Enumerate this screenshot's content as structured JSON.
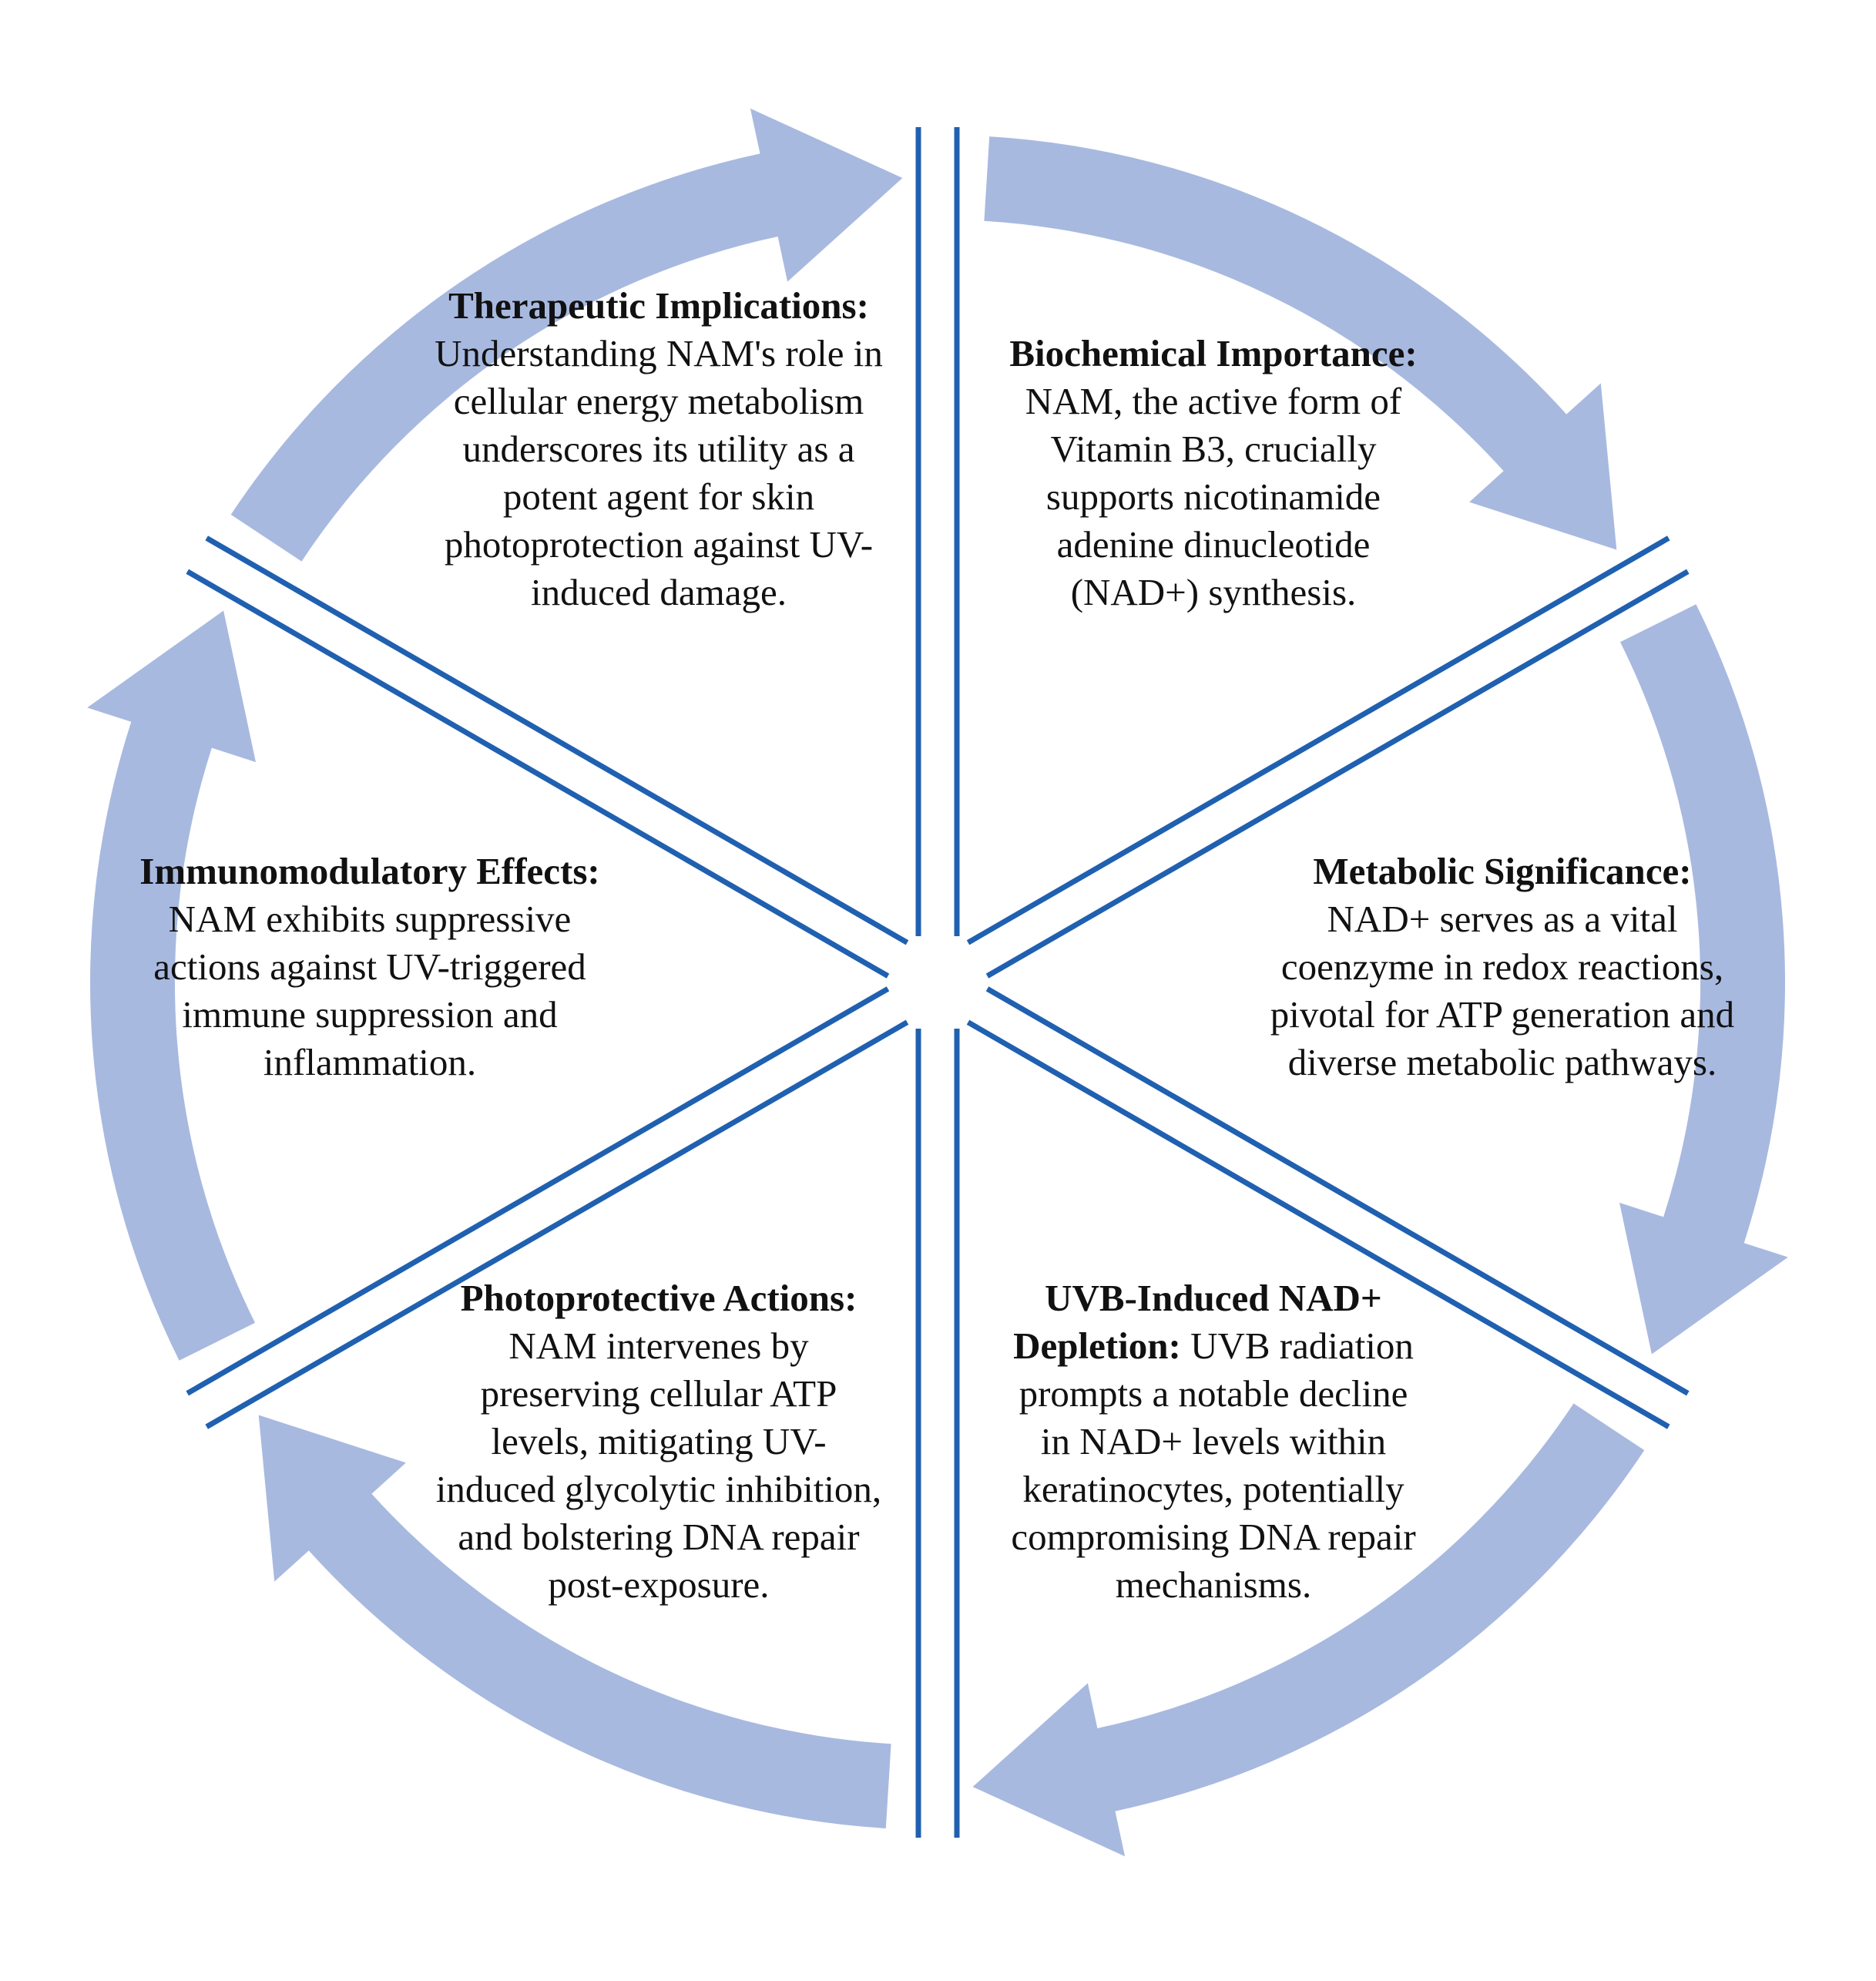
{
  "colors": {
    "arrow_fill": "#a8b9e0",
    "divider_line": "#2060b0",
    "text": "#111111",
    "background": "#ffffff"
  },
  "segments": [
    {
      "id": "biochemical",
      "title": "Biochemical Importance:",
      "body": "NAM, the active form of Vitamin B3, crucially supports nicotinamide adenine dinucleotide (NAD+) synthesis."
    },
    {
      "id": "metabolic",
      "title": "Metabolic Significance:",
      "body": "NAD+ serves as a vital coenzyme in redox reactions, pivotal for ATP generation and diverse metabolic pathways."
    },
    {
      "id": "uvb",
      "title": "UVB-Induced NAD+ Depletion:",
      "body": "UVB radiation prompts a notable decline in NAD+ levels within keratinocytes, potentially compromising DNA repair mechanisms."
    },
    {
      "id": "photoprotective",
      "title": "Photoprotective Actions:",
      "body": "NAM intervenes by preserving cellular ATP levels, mitigating UV-induced glycolytic inhibition, and bolstering DNA repair post-exposure."
    },
    {
      "id": "immunomodulatory",
      "title": "Immunomodulatory Effects:",
      "body": "NAM exhibits suppressive actions against UV-triggered immune suppression and inflammation."
    },
    {
      "id": "therapeutic",
      "title": "Therapeutic Implications:",
      "body": "Understanding NAM's role in cellular energy metabolism underscores its utility as a potent agent for skin photoprotection against UV-induced damage."
    }
  ]
}
